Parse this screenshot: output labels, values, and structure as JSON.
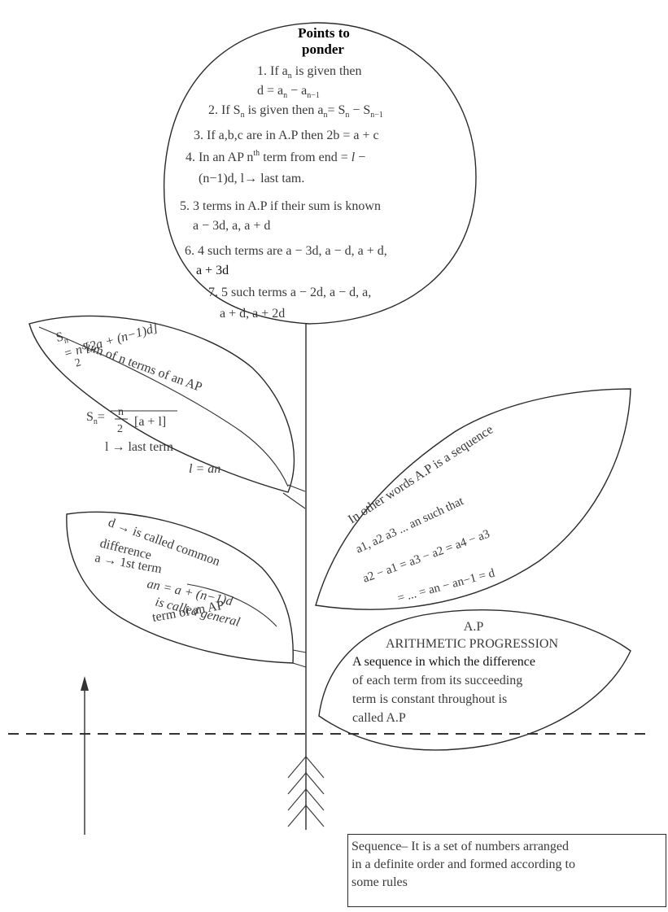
{
  "flower": {
    "title_line1": "Points to",
    "title_line2": "ponder",
    "p1a": "1. If a",
    "p1b": " is given then",
    "p1c": "d = a",
    "p1d": " − a",
    "p2a": "2. If S",
    "p2b": " is given then a",
    "p2c": "= S",
    "p2d": " − S",
    "p3": "3. If a,b,c are in A.P then 2b = a + c",
    "p4a": "4. In an AP n",
    "p4b": " term from end = ",
    "p4c": " −",
    "p4d": "(n−1)d, l→ last tam.",
    "p5a": "5. 3 terms in A.P if their sum is known",
    "p5b": "a − 3d, a, a + d",
    "p6a": "6. 4 such terms are a − 3d, a − d, a + d,",
    "p6b": "a + 3d",
    "p7a": "7. 5 such terms a − 2d, a − d, a,",
    "p7b": "a + d, a + 2d",
    "sub_n": "n",
    "sub_n1": "n−1",
    "sup_th": "th",
    "italic_l": "l"
  },
  "leaf_sum": {
    "sn": "S",
    "sub_n": "n",
    "eq": "=",
    "n_over": "n",
    "two": "2",
    "formula1": "[2a + (n−1)d]",
    "heading": "sum of n terms of an AP",
    "sn2": "S",
    "sn2_eq": "=",
    "n2": "n",
    "two2": "2",
    "formula2": "[a + l]",
    "last_term": "l → last term",
    "l_eq": "l = an"
  },
  "leaf_sequence": {
    "line1": "In other words A.P is a sequence",
    "line2": "a1, a2 a3 ... an such that",
    "line3": "a2 − a1 = a3 − a2 = a4 − a3",
    "line4": "= ... = an − an−1 = d"
  },
  "leaf_common": {
    "line1": "d → is called common",
    "line2": "difference",
    "line3": "a → 1st term",
    "line4": "an = a + (n−1)d",
    "line5": "is called general",
    "line6": "term of an AP"
  },
  "leaf_ap": {
    "title": "A.P",
    "subtitle": "ARITHMETIC PROGRESSION",
    "line1": "A sequence in which the difference",
    "line2": "of each term from its succeeding",
    "line3": "term is constant throughout is",
    "line4": "called A.P"
  },
  "sequence_box": {
    "line1": "Sequence– It is a set of numbers arranged",
    "line2": "in a definite order and formed according to",
    "line3": "some rules"
  }
}
